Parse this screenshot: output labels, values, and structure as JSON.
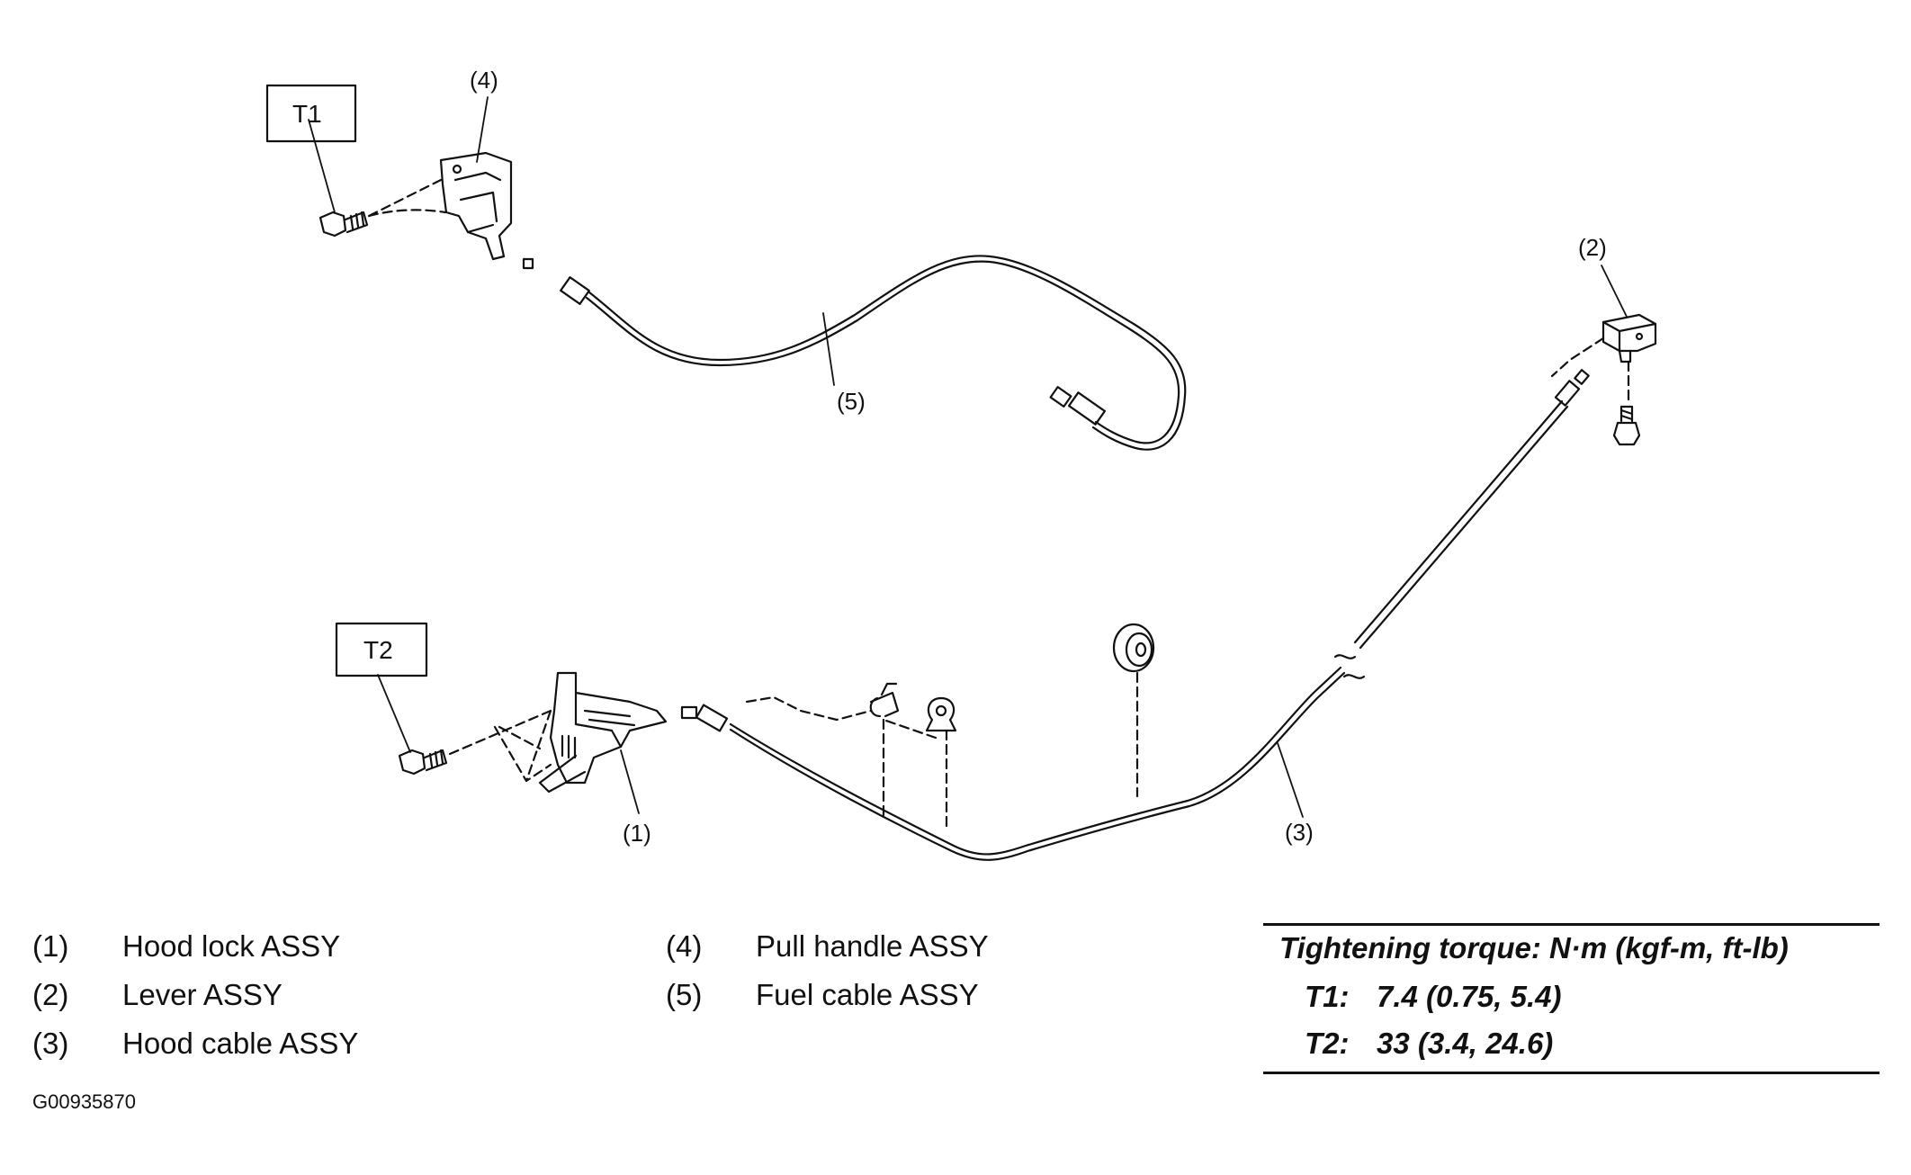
{
  "callouts": {
    "c1": "(1)",
    "c2": "(2)",
    "c3": "(3)",
    "c4": "(4)",
    "c5": "(5)",
    "t1": "T1",
    "t2": "T2"
  },
  "legend": [
    {
      "num": "(1)",
      "text": "Hood lock ASSY"
    },
    {
      "num": "(2)",
      "text": "Lever ASSY"
    },
    {
      "num": "(3)",
      "text": "Hood cable ASSY"
    },
    {
      "num": "(4)",
      "text": "Pull handle ASSY"
    },
    {
      "num": "(5)",
      "text": "Fuel cable ASSY"
    }
  ],
  "torque": {
    "header": "Tightening torque: N·m (kgf-m, ft-lb)",
    "rows": [
      {
        "label": "T1:",
        "value": "7.4 (0.75, 5.4)"
      },
      {
        "label": "T2:",
        "value": "33 (3.4, 24.6)"
      }
    ]
  },
  "figure_code": "G00935870"
}
